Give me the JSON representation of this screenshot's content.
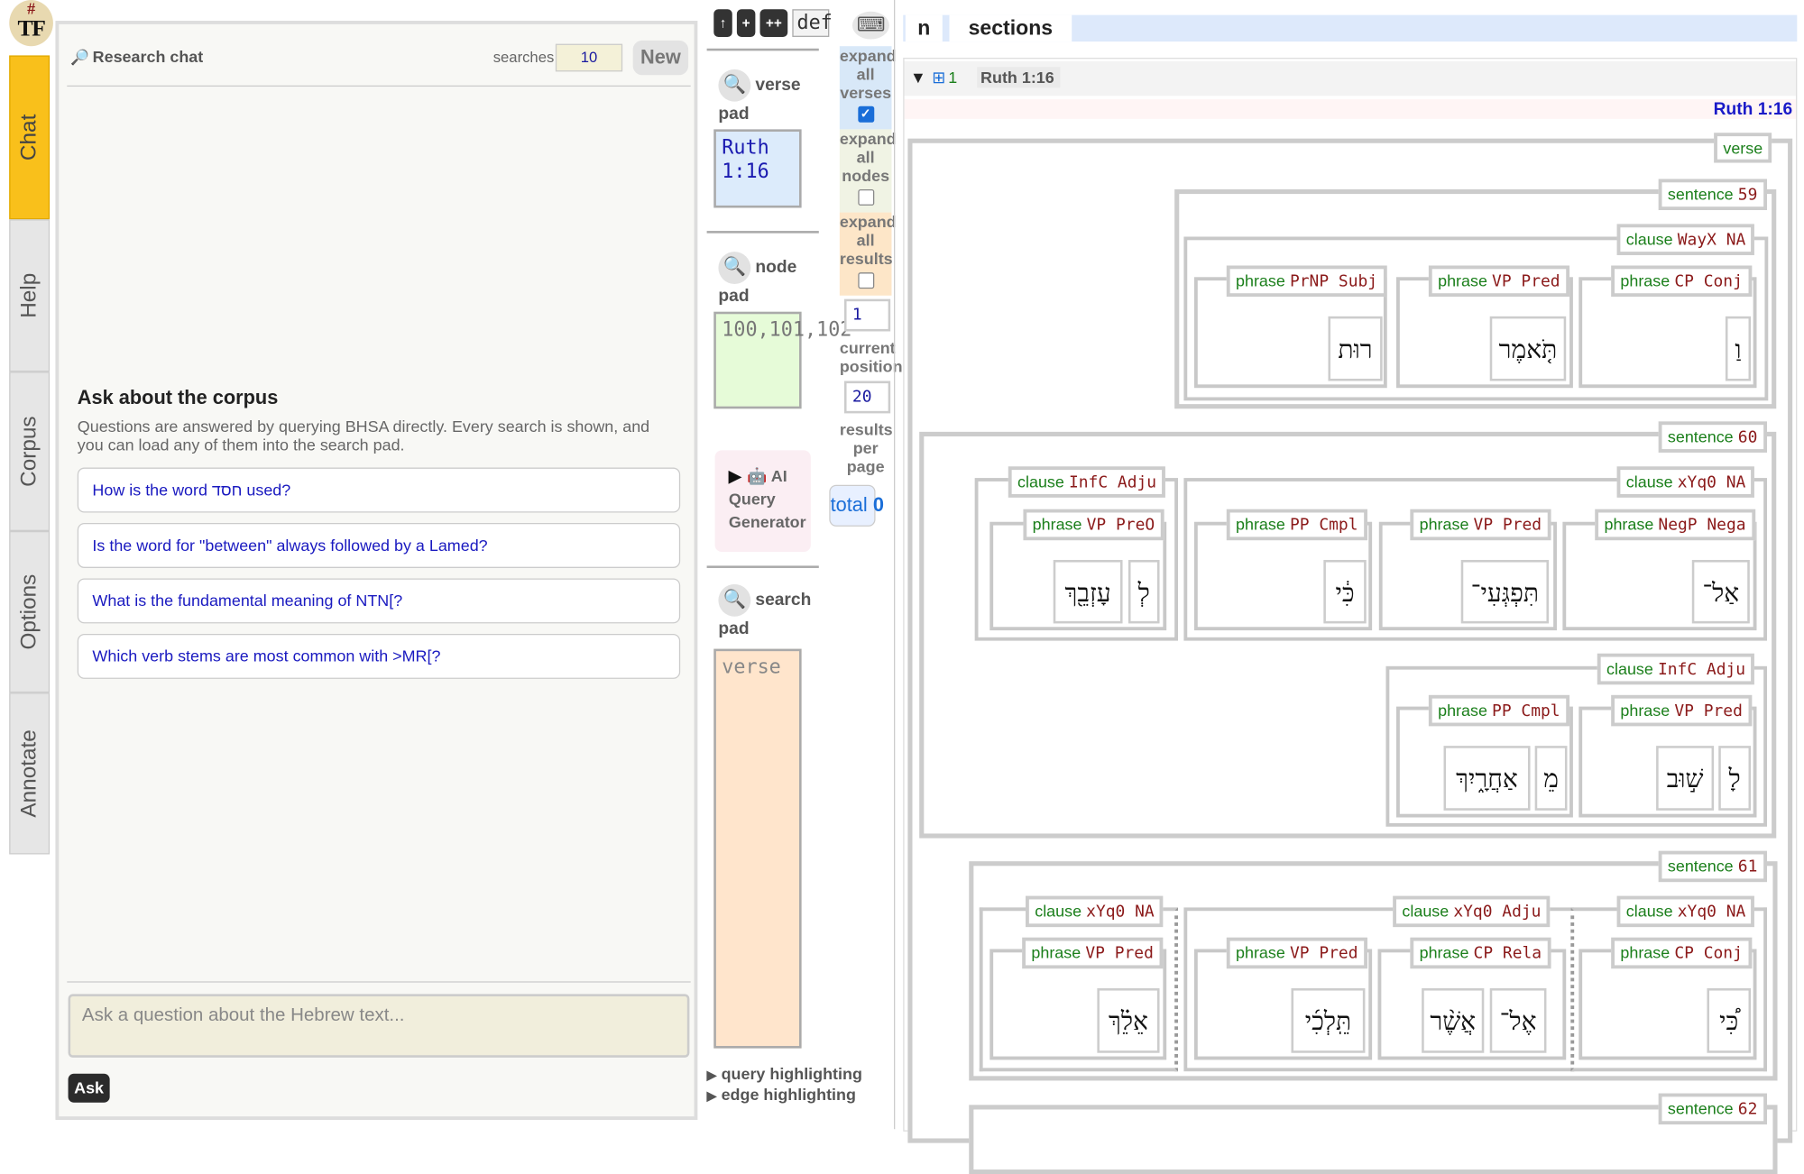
{
  "logo": {
    "hash": "#",
    "text": "TF"
  },
  "tabs": [
    "Chat",
    "Help",
    "Corpus",
    "Options",
    "Annotate"
  ],
  "chat": {
    "title": "Research chat",
    "searches_label": "searches",
    "searches_value": "10",
    "new_label": "New",
    "ask_title": "Ask about the corpus",
    "ask_desc": "Questions are answered by querying BHSA directly. Every search is shown, and you can load any of them into the search pad.",
    "suggestions": [
      "How is the word חסד used?",
      "Is the word for \"between\" always followed by a Lamed?",
      "What is the fundamental meaning of NTN[?",
      "Which verb stems are most common with >MR[?"
    ],
    "input_placeholder": "Ask a question about the Hebrew text...",
    "ask_label": "Ask"
  },
  "pads": {
    "buttons": [
      "↑",
      "+",
      "++"
    ],
    "def": "def",
    "verse_label": "verse pad",
    "verse_value": "Ruth 1:16",
    "node_label": "node pad",
    "node_value": "100,101,102",
    "ai_label": "🤖 AI Query Generator",
    "search_label": "search pad",
    "search_value": "verse",
    "toggles": [
      "query highlighting",
      "edge highlighting"
    ]
  },
  "options": {
    "expand_verses": "expand all verses",
    "expand_nodes": "expand all nodes",
    "expand_results": "expand all results",
    "position_value": "1",
    "position_label": "current position",
    "per_page_value": "20",
    "per_page_label": "results per page",
    "total_label": "total",
    "total_value": "0"
  },
  "results": {
    "col_n": "n",
    "col_sections": "sections",
    "result_num": "1",
    "ref": "Ruth 1:16",
    "ref_right": "Ruth 1:16",
    "verse_label": "verse",
    "s59": {
      "label": "sentence",
      "num": "59"
    },
    "c1": {
      "label": "clause",
      "feat": "WayX NA"
    },
    "p1": {
      "label": "phrase",
      "feat": "PrNP Subj"
    },
    "p2": {
      "label": "phrase",
      "feat": "VP Pred"
    },
    "p3": {
      "label": "phrase",
      "feat": "CP Conj"
    },
    "w1": "רוּת",
    "w2": "תֹּ֤אמֶר",
    "w3": "וַ",
    "s60": {
      "label": "sentence",
      "num": "60"
    },
    "c2": {
      "label": "clause",
      "feat": "InfC Adju"
    },
    "c3": {
      "label": "clause",
      "feat": "xYq0 NA"
    },
    "p4": {
      "label": "phrase",
      "feat": "VP PreO"
    },
    "p5": {
      "label": "phrase",
      "feat": "PP Cmpl"
    },
    "p6": {
      "label": "phrase",
      "feat": "VP Pred"
    },
    "p7": {
      "label": "phrase",
      "feat": "NegP Nega"
    },
    "w4": "עָזְבֵ֖ךְ",
    "w5": "לְ",
    "w6": "כִּ֔י",
    "w7": "תִּפְגְּעִי־",
    "w8": "אַל־",
    "c4": {
      "label": "clause",
      "feat": "InfC Adju"
    },
    "p8": {
      "label": "phrase",
      "feat": "PP Cmpl"
    },
    "p9": {
      "label": "phrase",
      "feat": "VP Pred"
    },
    "w9": "אַחֲרָ֑יִךְ",
    "w10": "מֵ",
    "w11": "שׁ֣וּב",
    "w12": "לָ",
    "s61": {
      "label": "sentence",
      "num": "61"
    },
    "c5": {
      "label": "clause",
      "feat": "xYq0 NA"
    },
    "c6": {
      "label": "clause",
      "feat": "xYq0 Adju"
    },
    "c7": {
      "label": "clause",
      "feat": "xYq0 NA"
    },
    "p10": {
      "label": "phrase",
      "feat": "VP Pred"
    },
    "p11": {
      "label": "phrase",
      "feat": "VP Pred"
    },
    "p12": {
      "label": "phrase",
      "feat": "CP Rela"
    },
    "p13": {
      "label": "phrase",
      "feat": "CP Conj"
    },
    "w13": "אֵלֵ֗ךְ",
    "w14": "תֵּֽלְכִ֜י",
    "w15": "אֲשֶׁ֨ר",
    "w16": "אֶל־",
    "w17": "כִּ֠י",
    "s62": {
      "label": "sentence",
      "num": "62"
    }
  }
}
